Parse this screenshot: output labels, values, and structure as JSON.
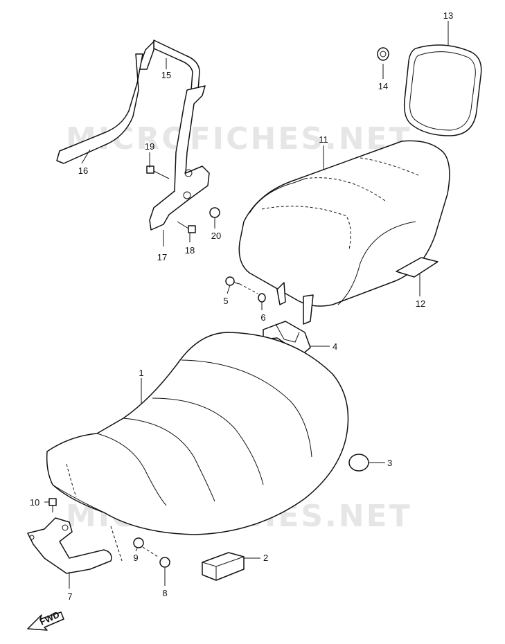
{
  "watermark": "MICROFICHES.NET",
  "fwd_label": "FWD",
  "callouts": [
    {
      "id": "c1",
      "label": "1"
    },
    {
      "id": "c2",
      "label": "2"
    },
    {
      "id": "c3",
      "label": "3"
    },
    {
      "id": "c4",
      "label": "4"
    },
    {
      "id": "c5",
      "label": "5"
    },
    {
      "id": "c6",
      "label": "6"
    },
    {
      "id": "c7",
      "label": "7"
    },
    {
      "id": "c8",
      "label": "8"
    },
    {
      "id": "c9",
      "label": "9"
    },
    {
      "id": "c10",
      "label": "10"
    },
    {
      "id": "c11",
      "label": "11"
    },
    {
      "id": "c12",
      "label": "12"
    },
    {
      "id": "c13",
      "label": "13"
    },
    {
      "id": "c14",
      "label": "14"
    },
    {
      "id": "c15",
      "label": "15"
    },
    {
      "id": "c16",
      "label": "16"
    },
    {
      "id": "c17",
      "label": "17"
    },
    {
      "id": "c18",
      "label": "18"
    },
    {
      "id": "c19",
      "label": "19"
    },
    {
      "id": "c20",
      "label": "20"
    }
  ]
}
